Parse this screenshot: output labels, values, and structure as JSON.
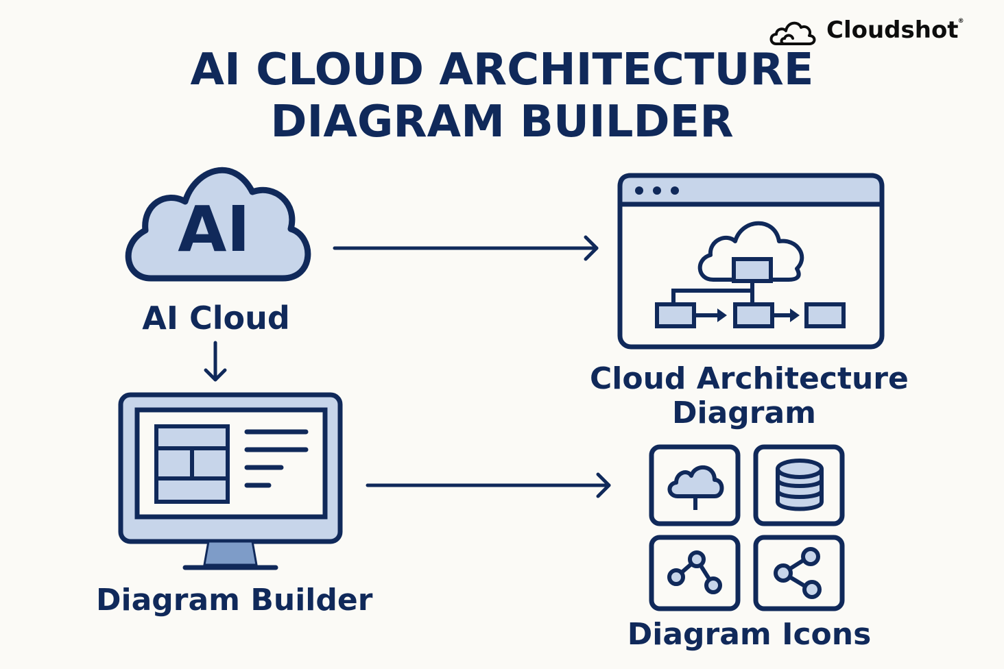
{
  "brand": {
    "name": "Cloudshot",
    "registered_mark": "®",
    "icon": "cloud-outline-icon"
  },
  "title": {
    "line1": "AI CLOUD ARCHITECTURE",
    "line2": "DIAGRAM BUILDER"
  },
  "nodes": {
    "ai_cloud": {
      "icon_text": "AI",
      "label": "AI Cloud",
      "icon": "ai-cloud-icon"
    },
    "diagram_builder": {
      "label": "Diagram Builder",
      "icon": "monitor-icon"
    },
    "cloud_architecture_diagram": {
      "label_line1": "Cloud Architecture",
      "label_line2": "Diagram",
      "icon": "browser-window-icon"
    },
    "diagram_icons": {
      "label": "Diagram Icons",
      "tiles": [
        "cloud-icon",
        "database-icon",
        "network-graph-icon",
        "share-icon"
      ]
    }
  },
  "colors": {
    "navy": "#10295a",
    "fill": "#c7d5ea",
    "background": "#fbfaf6"
  }
}
